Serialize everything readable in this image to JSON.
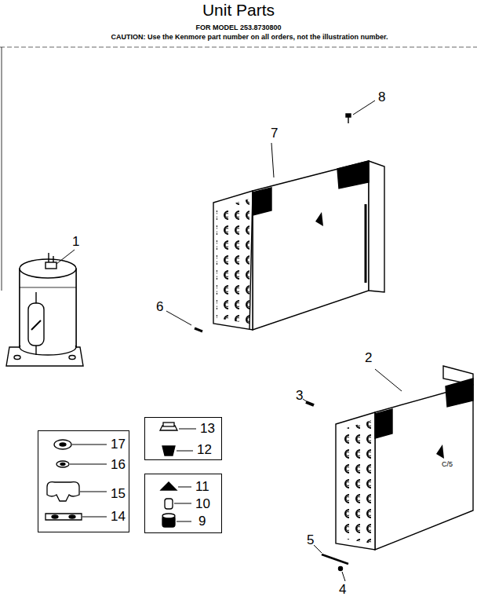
{
  "diagram": {
    "title": "Unit Parts",
    "nodes": [
      {
        "text": [
          "17",
          "16",
          "15",
          "14"
        ]
      },
      {
        "text": [
          "13",
          "12"
        ]
      },
      {
        "text": [
          "11",
          "10",
          "9"
        ]
      }
    ],
    "labels": [
      "FOR MODEL 253.8730800",
      "CAUTION: Use the Kenmore part number on all orders, not the illustration number.",
      "8",
      "7",
      "1",
      "6",
      "2",
      "3",
      "5",
      "4",
      "C/5"
    ]
  }
}
